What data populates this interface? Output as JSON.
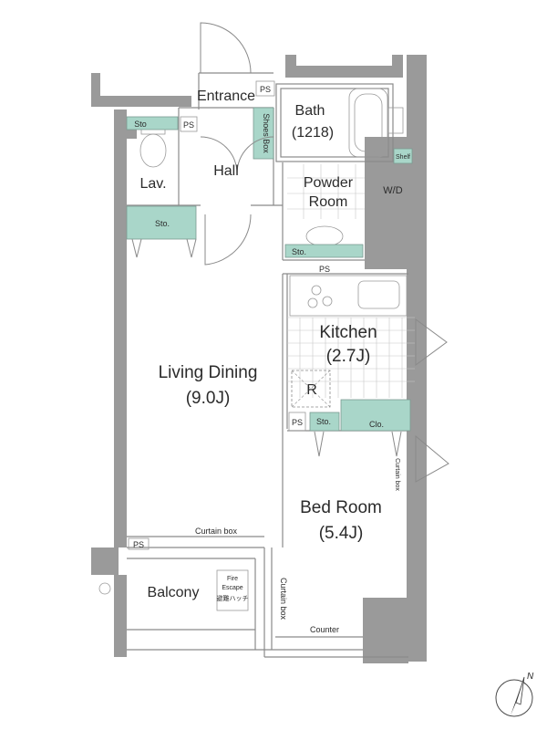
{
  "rooms": {
    "entrance": "Entrance",
    "bath": "Bath",
    "bath_size": "(1218)",
    "lav": "Lav.",
    "hall": "Hall",
    "powder_room_line1": "Powder",
    "powder_room_line2": "Room",
    "wd": "W/D",
    "kitchen": "Kitchen",
    "kitchen_size": "(2.7J)",
    "living_dining": "Living Dining",
    "living_dining_size": "(9.0J)",
    "bedroom": "Bed Room",
    "bedroom_size": "(5.4J)",
    "balcony": "Balcony"
  },
  "fixtures": {
    "shoes_box": "Shoes Box",
    "shelf": "Shelf",
    "refrigerator": "R",
    "counter": "Counter",
    "fire_escape_line1": "Fire",
    "fire_escape_line2": "Escape",
    "fire_escape_jp": "避難ハッチ"
  },
  "storage": {
    "lav_top": "Sto",
    "lav_bottom": "Sto.",
    "powder": "Sto.",
    "kitchen": "Sto.",
    "closet": "Clo."
  },
  "pipe_spaces": {
    "ps_entrance": "PS",
    "ps_lav": "PS",
    "ps_corridor": "PS",
    "ps_kitchen": "PS",
    "ps_balcony": "PS"
  },
  "curtain_boxes": {
    "living": "Curtain box",
    "bedroom_bottom": "Curtain box",
    "bedroom_right": "Curtain box"
  },
  "compass": {
    "north": "N"
  },
  "colors": {
    "wall": "#9a9a9a",
    "storage": "#a9d6c9",
    "line": "#8a8a8a",
    "text": "#2b2b2b"
  }
}
